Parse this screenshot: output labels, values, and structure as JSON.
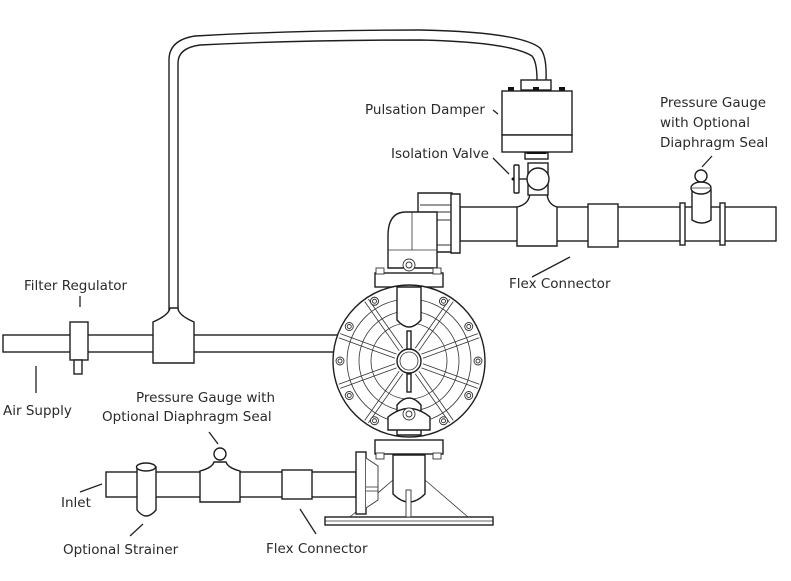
{
  "diagram": {
    "title": "Air-Operated Double Diaphragm Pump Installation",
    "labels": {
      "pulsation_damper": "Pulsation Damper",
      "isolation_valve": "Isolation Valve",
      "pressure_gauge_discharge": [
        "Pressure Gauge",
        "with Optional",
        "Diaphragm Seal"
      ],
      "flex_connector_discharge": "Flex Connector",
      "filter_regulator": "Filter Regulator",
      "air_supply": "Air Supply",
      "pressure_gauge_inlet": [
        "Pressure Gauge with",
        "Optional  Diaphragm Seal"
      ],
      "inlet": "Inlet",
      "optional_strainer": "Optional Strainer",
      "flex_connector_inlet": "Flex Connector"
    },
    "components": [
      "air-supply-line",
      "filter-regulator",
      "air-manifold-tee",
      "damper-air-hose",
      "pump-body",
      "discharge-manifold",
      "discharge-pipe",
      "isolation-valve",
      "pulsation-damper",
      "discharge-flex-connector",
      "discharge-pressure-gauge",
      "inlet-pipe",
      "inlet-strainer",
      "inlet-pressure-gauge",
      "inlet-flex-connector",
      "pump-base"
    ]
  }
}
